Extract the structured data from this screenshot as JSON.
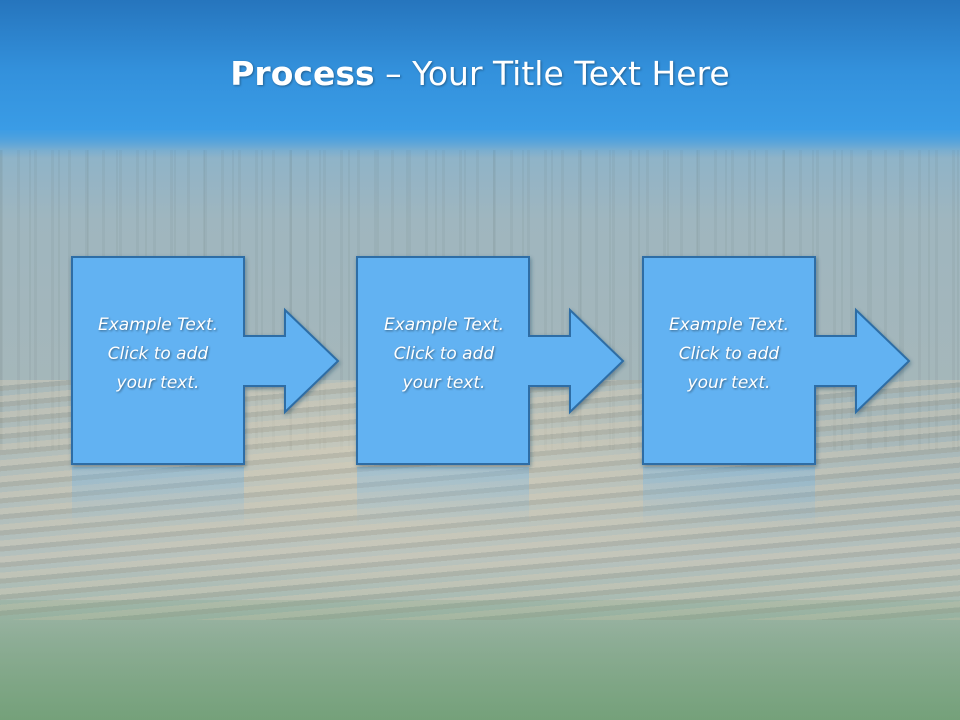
{
  "slide": {
    "title_bold": "Process",
    "title_dash": " – ",
    "title_rest": "Your Title Text Here"
  },
  "steps": [
    {
      "line1": "Example Text.",
      "line2": "Click  to add",
      "line3": "your text."
    },
    {
      "line1": "Example Text.",
      "line2": "Click  to add",
      "line3": "your text."
    },
    {
      "line1": "Example Text.",
      "line2": "Click  to add",
      "line3": "your text."
    }
  ],
  "colors": {
    "header_blue": "#3391dc",
    "shape_fill": "#62b2f2",
    "shape_border": "#2d6da5"
  }
}
